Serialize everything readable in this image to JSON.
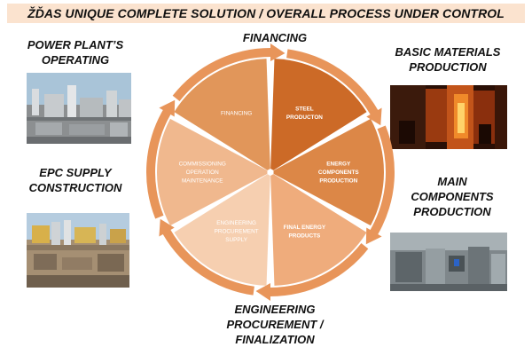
{
  "banner": {
    "title": "ŽĎAS UNIQUE COMPLETE SOLUTION / OVERALL PROCESS UNDER CONTROL"
  },
  "labels": {
    "power_plant": [
      "POWER PLANT’S",
      "OPERATING"
    ],
    "financing_top": "FINANCING",
    "basic_materials": [
      "BASIC MATERIALS",
      "PRODUCTION"
    ],
    "epc_supply": [
      "EPC SUPPLY",
      "CONSTRUCTION"
    ],
    "main_components": [
      "MAIN",
      "COMPONENTS",
      "PRODUCTION"
    ],
    "engineering_bottom": [
      "ENGINEERING",
      "PROCUREMENT /",
      "FINALIZATION"
    ]
  },
  "cycle": {
    "segments": [
      {
        "id": "financing",
        "lines": [
          "FINANCING"
        ],
        "color": "#e1965a",
        "bold": false
      },
      {
        "id": "steel",
        "lines": [
          "STEEL",
          "PRODUCTON"
        ],
        "color": "#cc6a27",
        "bold": true
      },
      {
        "id": "energy-components",
        "lines": [
          "ENERGY",
          "COMPONENTS",
          "PRODUCTION"
        ],
        "color": "#dc8747",
        "bold": true
      },
      {
        "id": "final-energy",
        "lines": [
          "FINAL ENERGY",
          "PRODUCTS"
        ],
        "color": "#efac7c",
        "bold": true
      },
      {
        "id": "engineering",
        "lines": [
          "ENGINEERING",
          "PROCUREMENT",
          "SUPPLY"
        ],
        "color": "#f6cfb0",
        "bold": false
      },
      {
        "id": "commissioning",
        "lines": [
          "COMMISSIONING",
          "OPERATION",
          "MAINTENANCE"
        ],
        "color": "#f0b88e",
        "bold": false
      }
    ],
    "arrow_color": "#e8955a"
  },
  "photos": {
    "power_plant": "power-plant-photo",
    "steel_mill": "steel-mill-photo",
    "construction_site": "construction-site-photo",
    "factory_hall": "factory-hall-photo"
  }
}
